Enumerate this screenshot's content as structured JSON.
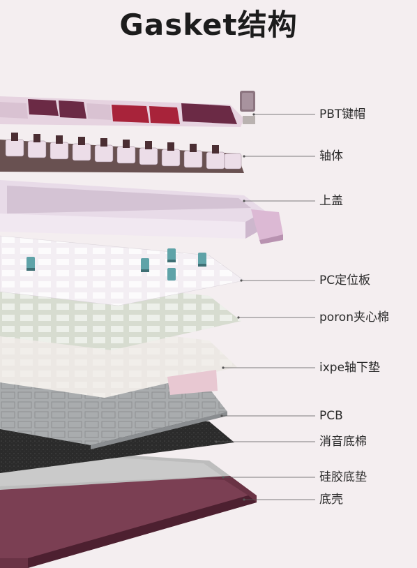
{
  "title": "Gasket结构",
  "colors": {
    "background": "#f4eef0",
    "keycap_plum": "#6b2a45",
    "keycap_red": "#a8233a",
    "keycap_lilac": "#e6d3e0",
    "top_case": "#e8dbe8",
    "plate": "#f3eef3",
    "poron_foam": "#d7dcd0",
    "ixpe": "#ece8e4",
    "pcb": "#a9acae",
    "sound_foam": "#2b2b2b",
    "silicone_pad": "#bdbdbd",
    "bottom_case": "#6a3345"
  },
  "layers": [
    {
      "id": "keycaps",
      "label": "PBT键帽"
    },
    {
      "id": "switches",
      "label": "轴体"
    },
    {
      "id": "top-case",
      "label": "上盖"
    },
    {
      "id": "pc-plate",
      "label": "PC定位板"
    },
    {
      "id": "poron-foam",
      "label": "poron夹心棉"
    },
    {
      "id": "ixpe-pad",
      "label": "ixpe轴下垫"
    },
    {
      "id": "pcb",
      "label": "PCB"
    },
    {
      "id": "sound-foam",
      "label": "消音底棉"
    },
    {
      "id": "silicone-pad",
      "label": "硅胶底垫"
    },
    {
      "id": "bottom-case",
      "label": "底壳"
    }
  ]
}
